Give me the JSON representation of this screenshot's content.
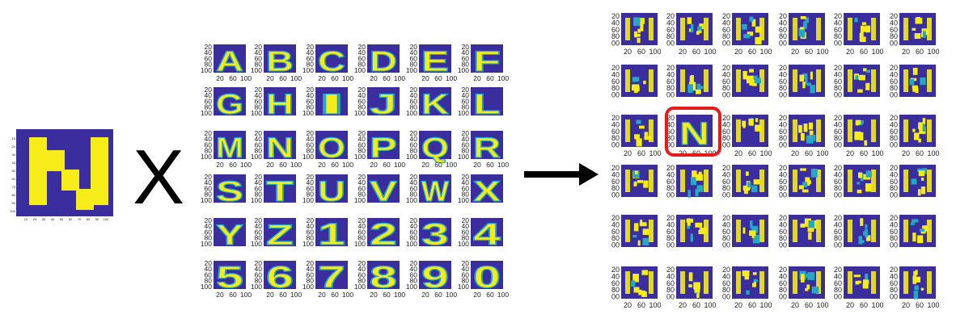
{
  "colors": {
    "background": "#3a2d9e",
    "foreground": "#f5ec1a",
    "edge": "#27a7c2",
    "highlight": "#e81b1b",
    "text": "#222222",
    "arrow": "#000000"
  },
  "input_image": {
    "letter": "N",
    "y_ticks": [
      "10",
      "20",
      "30",
      "40",
      "50",
      "60",
      "70",
      "80",
      "90",
      "100"
    ],
    "x_ticks": [
      "10",
      "20",
      "30",
      "40",
      "50",
      "60",
      "70",
      "80",
      "90",
      "100"
    ]
  },
  "operator": "X",
  "templates": {
    "glyphs": [
      "A",
      "B",
      "C",
      "D",
      "E",
      "F",
      "G",
      "H",
      "I",
      "J",
      "K",
      "L",
      "M",
      "N",
      "O",
      "P",
      "Q",
      "R",
      "S",
      "T",
      "U",
      "V",
      "W",
      "X",
      "Y",
      "Z",
      "1",
      "2",
      "3",
      "4",
      "5",
      "6",
      "7",
      "8",
      "9",
      "0"
    ],
    "y_ticks": [
      "20",
      "40",
      "60",
      "80",
      "100"
    ],
    "x_ticks": [
      "20",
      "60",
      "100"
    ]
  },
  "results": {
    "count": 36,
    "highlighted_index": 13,
    "y_ticks": [
      "20",
      "40",
      "60",
      "80",
      "00"
    ],
    "x_ticks": [
      "20",
      "60",
      "100"
    ]
  }
}
